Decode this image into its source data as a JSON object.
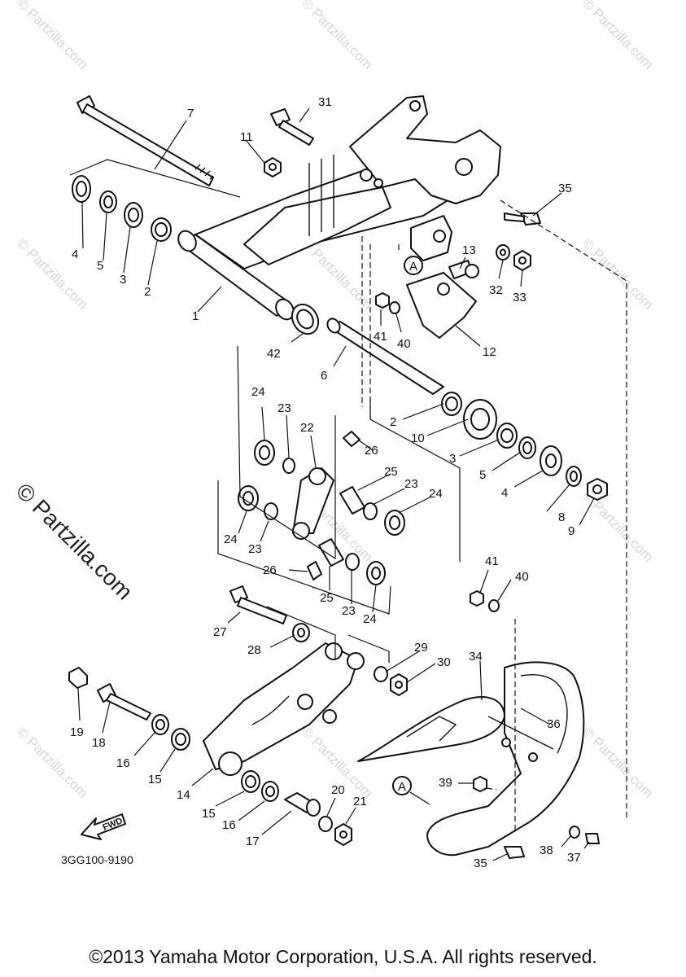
{
  "callouts": [
    {
      "id": "1",
      "text": "1"
    },
    {
      "id": "2a",
      "text": "2"
    },
    {
      "id": "2b",
      "text": "2"
    },
    {
      "id": "3a",
      "text": "3"
    },
    {
      "id": "3b",
      "text": "3"
    },
    {
      "id": "4a",
      "text": "4"
    },
    {
      "id": "4b",
      "text": "4"
    },
    {
      "id": "5a",
      "text": "5"
    },
    {
      "id": "5b",
      "text": "5"
    },
    {
      "id": "6",
      "text": "6"
    },
    {
      "id": "7",
      "text": "7"
    },
    {
      "id": "8",
      "text": "8"
    },
    {
      "id": "9",
      "text": "9"
    },
    {
      "id": "10",
      "text": "10"
    },
    {
      "id": "11",
      "text": "11"
    },
    {
      "id": "12",
      "text": "12"
    },
    {
      "id": "13",
      "text": "13"
    },
    {
      "id": "14",
      "text": "14"
    },
    {
      "id": "15a",
      "text": "15"
    },
    {
      "id": "15b",
      "text": "15"
    },
    {
      "id": "16a",
      "text": "16"
    },
    {
      "id": "16b",
      "text": "16"
    },
    {
      "id": "17",
      "text": "17"
    },
    {
      "id": "18",
      "text": "18"
    },
    {
      "id": "19",
      "text": "19"
    },
    {
      "id": "20",
      "text": "20"
    },
    {
      "id": "21",
      "text": "21"
    },
    {
      "id": "22",
      "text": "22"
    },
    {
      "id": "23a",
      "text": "23"
    },
    {
      "id": "23b",
      "text": "23"
    },
    {
      "id": "23c",
      "text": "23"
    },
    {
      "id": "23d",
      "text": "23"
    },
    {
      "id": "24a",
      "text": "24"
    },
    {
      "id": "24b",
      "text": "24"
    },
    {
      "id": "24c",
      "text": "24"
    },
    {
      "id": "24d",
      "text": "24"
    },
    {
      "id": "25a",
      "text": "25"
    },
    {
      "id": "25b",
      "text": "25"
    },
    {
      "id": "26a",
      "text": "26"
    },
    {
      "id": "26b",
      "text": "26"
    },
    {
      "id": "27",
      "text": "27"
    },
    {
      "id": "28",
      "text": "28"
    },
    {
      "id": "29",
      "text": "29"
    },
    {
      "id": "30",
      "text": "30"
    },
    {
      "id": "31",
      "text": "31"
    },
    {
      "id": "32",
      "text": "32"
    },
    {
      "id": "33",
      "text": "33"
    },
    {
      "id": "34",
      "text": "34"
    },
    {
      "id": "35a",
      "text": "35"
    },
    {
      "id": "35b",
      "text": "35"
    },
    {
      "id": "36",
      "text": "36"
    },
    {
      "id": "37",
      "text": "37"
    },
    {
      "id": "38",
      "text": "38"
    },
    {
      "id": "39",
      "text": "39"
    },
    {
      "id": "40a",
      "text": "40"
    },
    {
      "id": "40b",
      "text": "40"
    },
    {
      "id": "41a",
      "text": "41"
    },
    {
      "id": "41b",
      "text": "41"
    },
    {
      "id": "42",
      "text": "42"
    }
  ],
  "reference_marks": [
    "A",
    "A"
  ],
  "fwd_label": "FWD",
  "diagram_code": "3GG100-9190",
  "watermark": "© Partzilla.com",
  "copyright": "©2013 Yamaha Motor Corporation, U.S.A. All rights reserved."
}
